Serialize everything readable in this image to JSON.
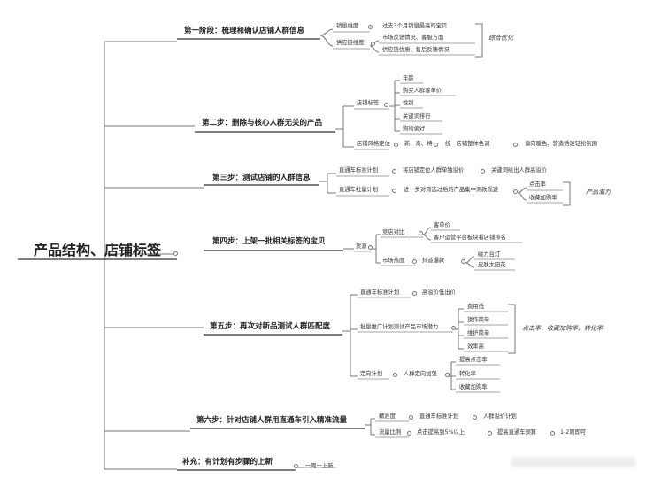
{
  "root": "产品结构、店铺标签",
  "steps": {
    "s1": "第一阶段：梳理和确认店铺人群信息",
    "s2": "第二步：删除与核心人群无关的产品",
    "s3": "第三步：测试店铺的人群信息",
    "s4": "第四步：上架一批相关标签的宝贝",
    "s5": "第五步：再次对新品测试人群匹配度",
    "s6": "第六步：针对店铺人群用直通车引入精准流量",
    "s7": "补充：有计划有步骤的上新"
  },
  "s1": {
    "sales_dim": "销量维度",
    "sales_desc": "过去3个月销量最高的宝贝",
    "supply_dim": "供应链维度",
    "market_fb": "市场反馈情况、客服方面",
    "supply_fb": "供应链优质、售后反馈情况",
    "note": "综合优化"
  },
  "s2": {
    "shop_tags": "店铺标签",
    "age": "年龄",
    "price": "购买人群客单价",
    "gender": "性别",
    "keywords": "关键词排行",
    "pref": "购物偏好",
    "style": "店铺风格定位",
    "style_a": "新、奇、特",
    "style_b": "统一店铺整体色调",
    "style_c": "偏向暖色、营造活泼轻松氛围"
  },
  "s3": {
    "std": "直通车标准计划",
    "std_desc": "将店铺定位人群单独溢价",
    "std_key": "关键词给出人群高溢价",
    "batch": "直通车批量计划",
    "batch_desc": "进一步对筛选过后的产品集中测款规避",
    "ctr": "点击率",
    "fav": "收藏加购率",
    "note": "产品潜力"
  },
  "s4": {
    "source": "货源",
    "compare": "竞店对比",
    "unit_price": "客单价",
    "detail_rank": "客户运营平台板块看店铺排名",
    "heat": "市场热度",
    "douyin": "抖音爆款",
    "light": "磁力台灯",
    "sun": "皮肤太阳花"
  },
  "s5": {
    "std": "直通车标准计划",
    "std_desc": "高溢价低出价",
    "batch_test": "批量推广计划测试产品市场潜力",
    "b1": "费用低",
    "b2": "操作简单",
    "b3": "维护简单",
    "b4": "效率高",
    "note": "点击率、收藏加购率、转化率",
    "target": "定向计划",
    "crowd_boost": "人群定向加强",
    "c1": "提高点击率",
    "c2": "转化率",
    "c3": "收藏加购率"
  },
  "s6": {
    "precision": "精准度",
    "std": "直通车标准计划",
    "crowd_premium": "人群溢价计划",
    "flow_ratio": "流量比例",
    "ctr_target": "点击提高到5%以上",
    "budget": "提高直通车预算",
    "cycle": "1-2周即可"
  },
  "s7": {
    "weekly": "一周一上新"
  }
}
